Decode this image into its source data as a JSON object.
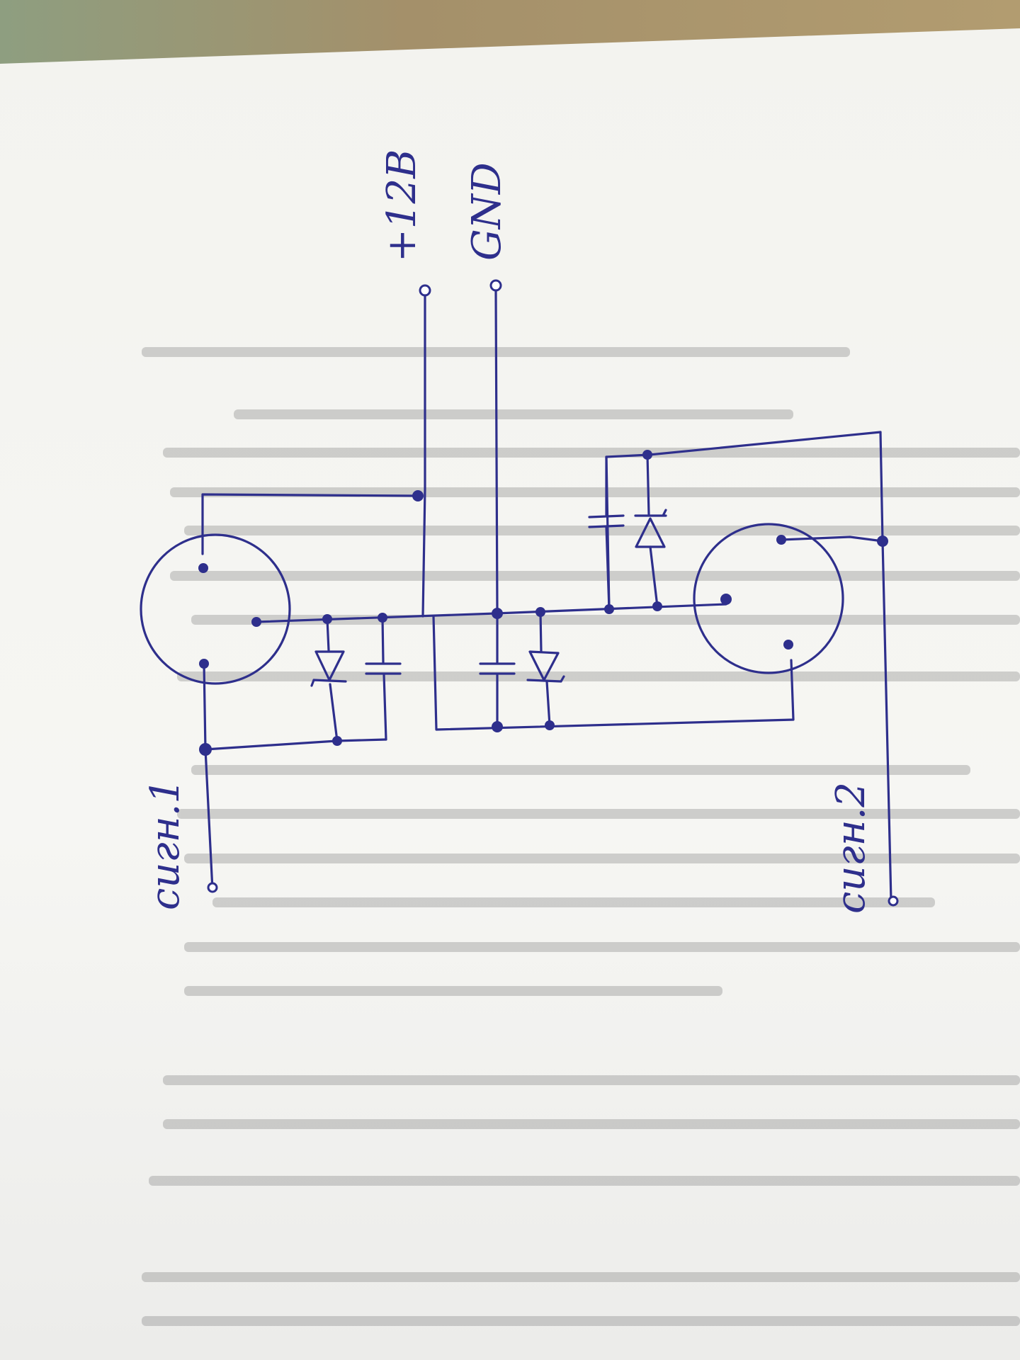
{
  "labels": {
    "v12": "+12В",
    "gnd": "GND",
    "sig1": "сигн.1",
    "sig2": "сигн.2"
  },
  "colors": {
    "ink": "#2e2f8c",
    "paper": "#f6f6f2",
    "desk": "#9c8c6c"
  }
}
